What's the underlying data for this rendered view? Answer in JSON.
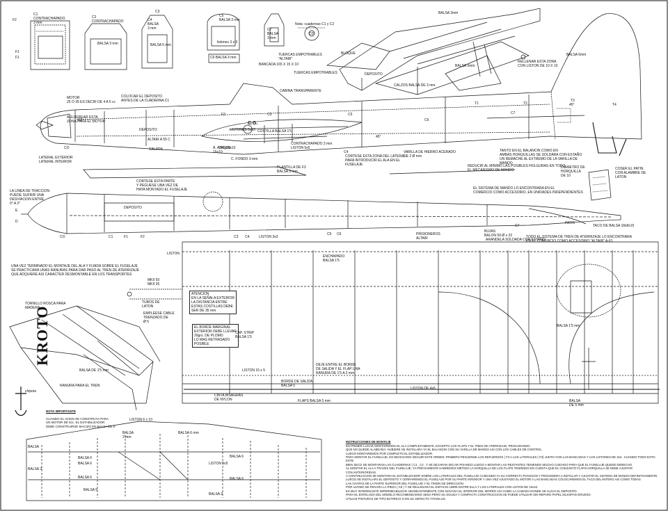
{
  "logo": {
    "brand": "KROTO",
    "maker": "chipola"
  },
  "formers": {
    "c1": "C1\nCONTRACHAPADO\n3 mm",
    "c2": "C2\nCONTRACHAPADO",
    "c3": "C3",
    "c4": "C4\nBALSA\n3 mm",
    "c5": "C5\nBALSA 3 mm",
    "c6": "C6 BALSA 3 mm",
    "c7": "C7\nBALSA\n3 mm",
    "tablero": "listones 3 x 3",
    "balsa5": "BALSA 5 mm",
    "balsa3": "BALSA 3 mm",
    "f2": "F2",
    "f1": "F1",
    "f1b": "F1"
  },
  "side": {
    "motor": "MOTOR\n25 Ó 35  ES DECIR DE 4 A 5 cc",
    "deposito_note": "COLOCAR EL DEPOSITO\nANTES DE LA CUADERNA C1",
    "agujero": "AGUJEREAR ESTA\nZONA PARA EL MOTOR",
    "deposito": "DEPOSITO",
    "altair": "ALTAIR  A 55 C",
    "calzos": "CALZOS",
    "angulo": "Á. ATAQUE\n15x10",
    "cg": "C.G.",
    "listones": "LISTONES 5x10",
    "costilla": "COSTILLA BALSA 1'5",
    "contrachapado": "CONTRACHAPADO 3 mm\nLISTON 5x5",
    "cfondo": "C. FONDO 3 mm",
    "ataque": "200x15x10",
    "lateral": "LATERAL EXTERIOR\nLATERAL INTERIOR",
    "co": "CO",
    "plantilla": "PLANTILLA DE F3\nBALSA 3 mm",
    "corte": "CORTESE ESTA ZONA DEL LATERAL\nPARA INTRODUCIR EL ALA EN EL\nFUSELAJE",
    "varilla": "VARILLA DE HIERRO ACERADO\nDE  2 Ø mm",
    "tanto": "TANTO EN EL BALANCIN COMO EN\nAMBAS HORQUILLAS SE SOLDARA CON ESTAÑO\nUN REMACHE AL EXTREMO DE LA VARILLA DE\nMANDO",
    "reducir": "REDUCIR AL MINIMO LAS POSIBLES HOLGURAS EN TODO\nEL MECANISMO DE MANDO",
    "f3": "F3",
    "c2lab": "C2",
    "c3lab": "C3",
    "c4lab": "C4",
    "c5lab": "C5",
    "c6lab": "C6",
    "c7lab": "C7",
    "t1": "T1",
    "t2": "T2",
    "t3": "T3",
    "t4": "T4",
    "a45": "45°",
    "a45b": "45°",
    "balsa6": "BALSA 6mm"
  },
  "cabin": {
    "balsa": "BALSA  3mm",
    "tuercas": "TUERCAS EMPOTRABLES\n\"ALTAIR\"",
    "bloque": "BLOQUE",
    "bancada": "BANCADA   165 X 15 X 10",
    "tuercas2": "TUERCAS EMPOTRABLES",
    "deposito": "DEPOSITO",
    "balsa3": "BALSA 3mm",
    "calzos": "CALZOS BALSA DE 3 mm",
    "cabina": "CABINA TRANSPARENTE",
    "rellenar": "RELLENAR ESTA ZONA\nCON LISTON DE 10 X 10",
    "cd": "CD",
    "nota": "Nota: cuadernas C1 y C2"
  },
  "tail": {
    "pasa": "DIAMETRO DE\nHORQUILLA\nDE 10",
    "coser": "COSER EL PATIN\nCON ALAMBRE DE\nLATON"
  },
  "top_view": {
    "traccion": "LA LINEA DE TRACCION\nPUEDE SUFRIR UNA\nDESVIACION ENTRE\n0° A 2°",
    "cortese": "CORTESE ESTA PARTE\nY PEGUESE UNA VEZ DE\nHAYA MONTADO EL FUSELAJE",
    "sistema": "EL SISTEMA DE MANDO LO ENCONTRARA EN EL\nCOMERCIO COMO ACCESORIO, EN UNIDADES INDEPENDIENTES",
    "deposito": "DEPOSITO",
    "patin": "PATIN",
    "taco": "TACO DE BALSA 18x8x15",
    "c1": "C1",
    "f1": "F1",
    "f2": "F2",
    "c3": "C3",
    "c4": "C4",
    "c5": "C5",
    "c6": "C6",
    "c7": "C7",
    "co": "CO",
    "e": "E",
    "d": "D"
  },
  "wing": {
    "liston3": "LISTON 3x3",
    "prisioneros": "PRISIONEROS\nALTAIR",
    "bujas": "BUJAS\nBALON  59 Ø x 23",
    "arandela": "ARANDELA SOLDADA CON ESTAÑO",
    "todo": "TODO EL SISTEMA DE TREN DE ATERRIZAJE LO ENCONTRARA\nEN EL COMERCIO COMO ACCESORIO \"ALTAIR\" A-61",
    "enchapado": "ENCHAPADO\nBALSA 1'5",
    "atencion": "ATENCION\nEN LA SEÑALA EXTERIOR\nLA DISTANCIA ENTRE\nESTAS COSTILLAS DEBE\nSER DE 35 mm",
    "borde": "EL BORDE MARGINAL\nEXTERIOR DEBE LLEVAR\n20grs. DE PLOMO\nLO MAS RETRASADO\nPOSIBLE",
    "cap": "CAP. STRIP\nBALSA 1'5",
    "liston15": "LISTON 15 x 5",
    "dejese": "DEJE ENTRE EL BORDE\nDE SALIDA Y EL FLAP UNA\nRANURA DE 1'5 A 2 mm",
    "salida": "BORDE DE SALIDA\nBALSA 5",
    "liston4": "LISTON DE 4x5",
    "flaps": "FLAPS BALSA 5 mm",
    "cinta": "CINTA BISAGRAS\nDE NYLON",
    "mkii": "MKII 50\nMKII 35",
    "tubos": "TUBOS DE\nLATON",
    "empleese": "EMPLEESE CABLE\nTRENZADO DE\nØ 5",
    "balsa15": "BALSA 1'5 mm",
    "balsa5": "BALSA\nDE 5 mm",
    "liston": "LISTON"
  },
  "iso": {
    "una_vez": "UNA VEZ TERMINADO EL MONTAJE DEL ALA Y FIJADA SOBRE EL FUSELAJE\nSE PRACTICARA UNAS RANURAS PARA DAR PASO AL TREN DE ATERRIZAJE\nQUE ADQUIERE ASI CARACTER DESMONTABLE EN LOS TRANSPORTES",
    "tornillo": "TORNILLO ROSCA PARA\nMADERA",
    "balsa15": "BALSA DE 1'5 mm",
    "ranura": "RANURA PARA EL TREN"
  },
  "note": {
    "title": "NOTA IMPORTANTE",
    "body": "CUANDO EL AVION SE CONSTRUYA PARA\nUN MOTOR DE 5cc. EL ESTABILIZADOR\nDEBE CONSTRUIRSE MACIZO EN BALSA DE 6"
  },
  "stab": {
    "liston": "LISTON 6 x 10",
    "balsa2": "BALSA\n2 mm",
    "balsa6": "BALSA 6 mm",
    "balsa6b": "BALSA 6",
    "balsa6c": "BALSA 6",
    "balsa6d": "BALSA 6",
    "balsa": "BALSA",
    "balsa3": "BALSA 3",
    "balsa5": "BALSA 5",
    "liston5": "LISTON 5x5",
    "balsa6e": "BALSA 6",
    "balsa6f": "BALSA 6",
    "balsa2b": "BALSA 2"
  },
  "instructions": {
    "title": "INSTRUCCIONES DE MONTAJE",
    "body": "EN PRIMER LUGAR MONTAREMOS EL ALA COMPLETAMENTE, EXCEPTO LOS FLAPS Y EL TREN DE ATERRIZAJE, PROCURANDO\nQUE NO QUEDE ALABEADA; HUBIERE SE INSTALARA YA EL BALANCIN CON SU VARILLA DE MANDO ASI CON LOS CABLES DE CONTROL\nLUEGO MONTAREMOS POR COMPLETO EL ESTABILIZADOR.\n   PARA MONTAR EL FUSELAJE, ES NECESARIO SEGUIR ESTE ORDEN: PRIMERO PEGUENSE LOS REFUERZOS  ( F3  A LOS LATERALES ( F3)  JUNTO CON LAS BANCADAS Y LOS LISTONES DE 3x3 . CUANDO TODO ESTO ESTE\nBIEN SECO SE MONTARAN LAS CUADERNAS  ( C1 ,  C2 , Y SE DEJARAN SECAR PISANDO LUEGO A MONTAR LAS RESTANTES TENIENDO MUCHO CUIDADO PARA QUE EL FUSELAJE QUEDE DERECHO.\n   AL MONTAR EL ALA A TRAVES DEL FUSELAJE, YA PREVIAMENTE HABREMOS METIDO LA HORQUILLA DE LOS FLAPS TENIENDO EN CUENTA QUE EL CONJUNTO FLAPS-HORQUILLA SE DEBE AJUSTAR\nCON ANTERIORIDAD.\n   A CONTINUACION SE MONTARA EL ESTABILIZADOR SOBRE LOS LATERALES DEL FUSELAJE CUIDANDO YA SU CORRECTA POSICION Y PROCEDERA A INSTALAR Y AJUSTAR EL SISTEMA DE MANDO DEFINITIVAMENTE.\n   LUEGO SE INSTALARA EL DEPOSITO Y CERRAREMOS EL FUSELAJE POR SU PARTE INFERIOR Y UNA VEZ AJUSTADO EL MOTOR A LAS BANCADAS COLOCAREMOS EL TACO DELANTERO ASI COMO TODAS\nLAS CHAPAS DE LA PARTE SUPERIOR DEL FUSELAJE Y EL TIMON DE DIRECCION.\n   POR ULTIMO SE PEGARA LA PIEZA  ( C8  )  Y SE RELLENARA EL ESPACIO LIBRE ENTRE ELLA Y LOS LATERALES CON LISTON DE 10x10.\nES MUY INTERESANTE IMPERMEABILIZAR ABUNDANTEMENTE CON NOVAXIA EL INTERIOR DEL MORRO ASI COMO LA CAMARA DONDE SE ALOJA EL DEPOSITO.\n   PARA EL ENTELADO DEL MODELO RECOMENDAMOS SEDA PERO SU SOLIDA Y COMPACTA CONSTRUCCION SE PUEDE UTILIZAR SIN REPARO PAPEL SILKSPAN GRUESO.\nUTILICE PINTURAS DE TIPO BUTIRICO O EN SU DEFECTO TITANILUS."
  }
}
